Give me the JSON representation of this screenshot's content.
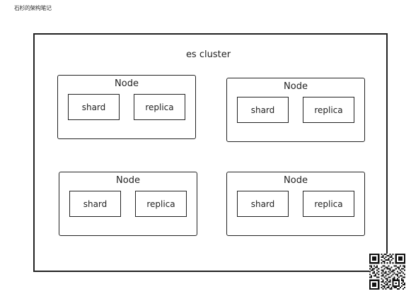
{
  "watermark": "石杉的架构笔记",
  "cluster": {
    "label": "es cluster"
  },
  "nodes": [
    {
      "title": "Node",
      "shard_label": "shard",
      "replica_label": "replica"
    },
    {
      "title": "Node",
      "shard_label": "shard",
      "replica_label": "replica"
    },
    {
      "title": "Node",
      "shard_label": "shard",
      "replica_label": "replica"
    },
    {
      "title": "Node",
      "shard_label": "shard",
      "replica_label": "replica"
    }
  ]
}
